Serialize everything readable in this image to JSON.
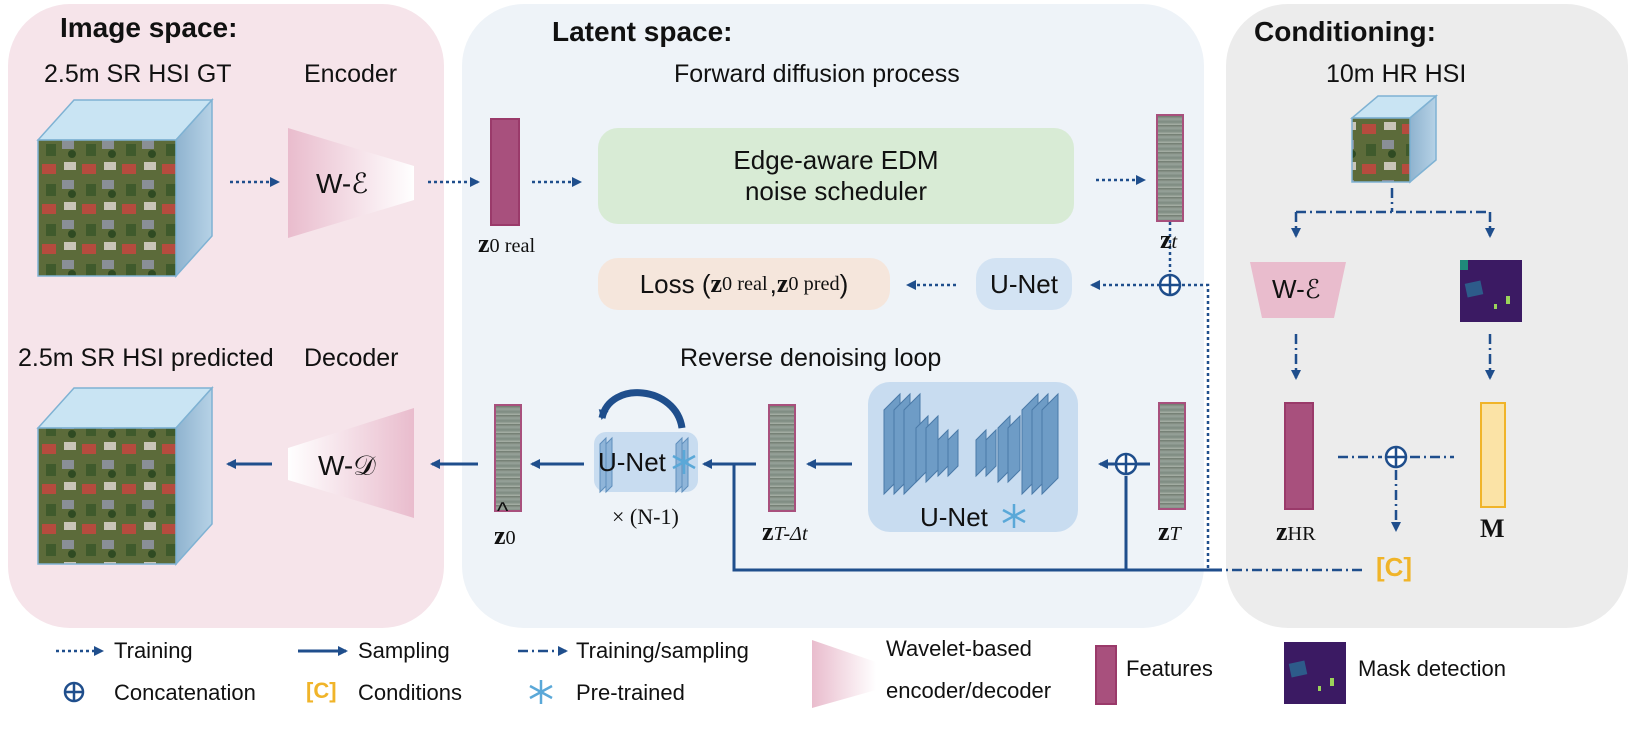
{
  "image_space": {
    "title": "Image space:",
    "gt_label": "2.5m SR HSI GT",
    "encoder_label": "Encoder",
    "encoder_block": "W-ℰ",
    "pred_label": "2.5m SR HSI predicted",
    "decoder_label": "Decoder",
    "decoder_block": "W-𝒟"
  },
  "latent_space": {
    "title": "Latent space:",
    "forward_title": "Forward diffusion process",
    "scheduler_line1": "Edge-aware EDM",
    "scheduler_line2": "noise scheduler",
    "loss_prefix": "Loss (",
    "loss_z1": "z",
    "loss_z1_sub": "0 real",
    "loss_sep": ", ",
    "loss_z2": "z",
    "loss_z2_sub": "0 pred",
    "loss_suffix": ")",
    "unet_small": "U-Net",
    "reverse_title": "Reverse denoising loop",
    "unet_loop": "U-Net",
    "unet_big": "U-Net",
    "repeat_label": "× (N-1)",
    "z0_real": "z",
    "z0_real_sub": "0 real",
    "zt": "z",
    "zt_sub": "t",
    "zT": "z",
    "zT_sub": "T",
    "zTdt": "z",
    "zTdt_sub": "T-Δt",
    "z0_hat": "z",
    "z0_hat_sub": "0",
    "z0_hat_accent": "^"
  },
  "conditioning": {
    "title": "Conditioning:",
    "hr_label": "10m HR HSI",
    "encoder_block": "W-ℰ",
    "zhr": "z",
    "zhr_sub": "HR",
    "m_label": "M",
    "cond_label": "[C]"
  },
  "legend": {
    "training": "Training",
    "sampling": "Sampling",
    "training_sampling": "Training/sampling",
    "wavelet_line1": "Wavelet-based",
    "wavelet_line2": "encoder/decoder",
    "features": "Features",
    "mask": "Mask detection",
    "concatenation": "Concatenation",
    "conditions_symbol": "[C]",
    "conditions": "Conditions",
    "pretrained": "Pre-trained"
  },
  "colors": {
    "image_panel": "#f6e4ea",
    "latent_panel": "#eef3f8",
    "cond_panel": "#ececec",
    "arrow": "#1f4e8c",
    "feature": "#a8507d",
    "cond_orange": "#f0b429",
    "scheduler_green": "#d8ebd5",
    "loss_peach": "#f5e6dc",
    "unet_blue": "#d3e3f3"
  }
}
